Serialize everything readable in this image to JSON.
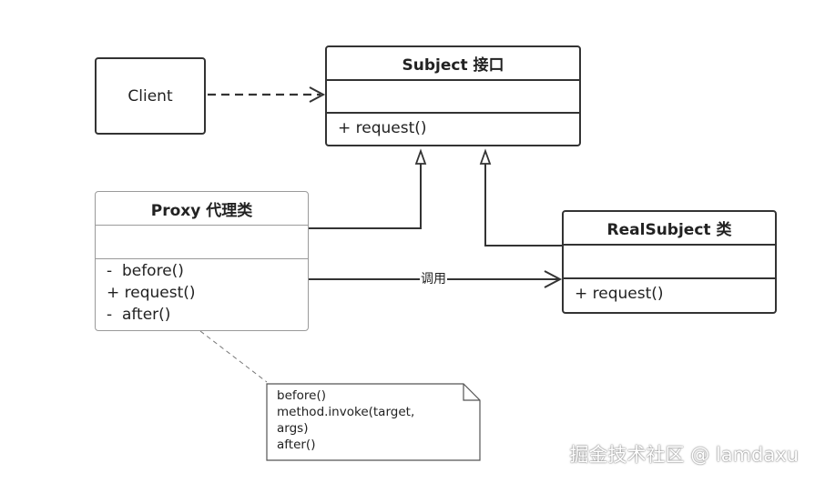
{
  "diagram": {
    "client": {
      "label": "Client"
    },
    "subject": {
      "title": "Subject 接口",
      "operations": [
        "+ request()"
      ]
    },
    "proxy": {
      "title": "Proxy 代理类",
      "operations": [
        "-  before()",
        "+ request()",
        "-  after()"
      ]
    },
    "real_subject": {
      "title": "RealSubject 类",
      "operations": [
        "+ request()"
      ]
    },
    "call_edge": {
      "label": "调用"
    },
    "note": {
      "lines": [
        "before()",
        "method.invoke(target,",
        "args)",
        "after()"
      ]
    }
  },
  "watermark": "掘金技术社区 @ lamdaxu"
}
